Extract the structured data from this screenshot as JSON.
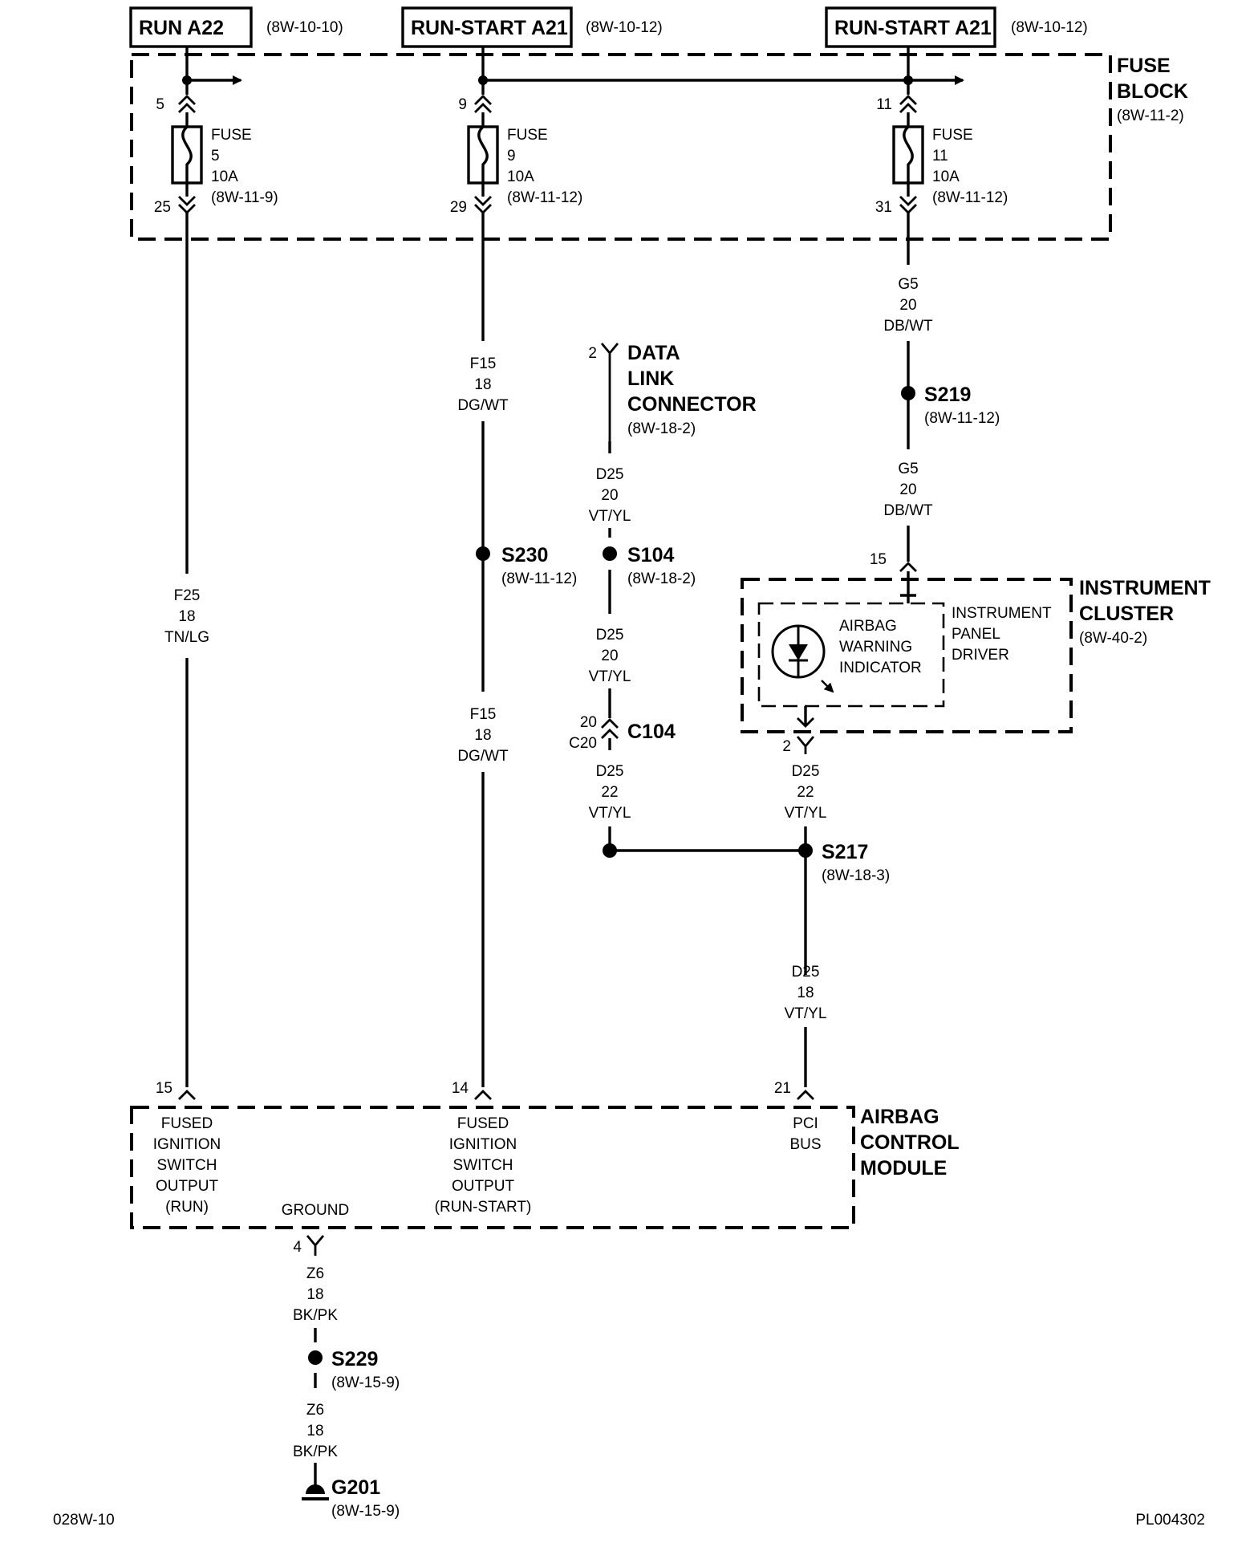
{
  "sources": [
    {
      "name": "RUN A22",
      "ref": "(8W-10-10)"
    },
    {
      "name": "RUN-START A21",
      "ref": "(8W-10-12)"
    },
    {
      "name": "RUN-START A21",
      "ref": "(8W-10-12)"
    }
  ],
  "fuse_block": {
    "title_line1": "FUSE",
    "title_line2": "BLOCK",
    "ref": "(8W-11-2)",
    "fuses": [
      {
        "in_pin": "5",
        "out_pin": "25",
        "label": "FUSE",
        "number": "5",
        "rating": "10A",
        "ref": "(8W-11-9)"
      },
      {
        "in_pin": "9",
        "out_pin": "29",
        "label": "FUSE",
        "number": "9",
        "rating": "10A",
        "ref": "(8W-11-12)"
      },
      {
        "in_pin": "11",
        "out_pin": "31",
        "label": "FUSE",
        "number": "11",
        "rating": "10A",
        "ref": "(8W-11-12)"
      }
    ]
  },
  "wires": {
    "f25": {
      "circuit": "F25",
      "gauge": "18",
      "color": "TN/LG"
    },
    "f15_upper": {
      "circuit": "F15",
      "gauge": "18",
      "color": "DG/WT"
    },
    "f15_lower": {
      "circuit": "F15",
      "gauge": "18",
      "color": "DG/WT"
    },
    "g5_upper": {
      "circuit": "G5",
      "gauge": "20",
      "color": "DB/WT"
    },
    "g5_lower": {
      "circuit": "G5",
      "gauge": "20",
      "color": "DB/WT"
    },
    "d25_dlc_a": {
      "circuit": "D25",
      "gauge": "20",
      "color": "VT/YL"
    },
    "d25_dlc_b": {
      "circuit": "D25",
      "gauge": "20",
      "color": "VT/YL"
    },
    "d25_dlc_c": {
      "circuit": "D25",
      "gauge": "22",
      "color": "VT/YL"
    },
    "d25_ic": {
      "circuit": "D25",
      "gauge": "22",
      "color": "VT/YL"
    },
    "d25_acm": {
      "circuit": "D25",
      "gauge": "18",
      "color": "VT/YL"
    },
    "z6_upper": {
      "circuit": "Z6",
      "gauge": "18",
      "color": "BK/PK"
    },
    "z6_lower": {
      "circuit": "Z6",
      "gauge": "18",
      "color": "BK/PK"
    }
  },
  "splices": {
    "s230": {
      "name": "S230",
      "ref": "(8W-11-12)"
    },
    "s104": {
      "name": "S104",
      "ref": "(8W-18-2)"
    },
    "s219": {
      "name": "S219",
      "ref": "(8W-11-12)"
    },
    "s217": {
      "name": "S217",
      "ref": "(8W-18-3)"
    },
    "s229": {
      "name": "S229",
      "ref": "(8W-15-9)"
    },
    "g201": {
      "name": "G201",
      "ref": "(8W-15-9)"
    }
  },
  "dlc": {
    "pin": "2",
    "line1": "DATA",
    "line2": "LINK",
    "line3": "CONNECTOR",
    "ref": "(8W-18-2)"
  },
  "c104": {
    "name": "C104",
    "pin_top": "20",
    "pin_bottom": "C20"
  },
  "instrument_cluster": {
    "title_line1": "INSTRUMENT",
    "title_line2": "CLUSTER",
    "ref": "(8W-40-2)",
    "pin_in": "15",
    "pin_out": "2",
    "driver_line1": "INSTRUMENT",
    "driver_line2": "PANEL",
    "driver_line3": "DRIVER",
    "indicator_line1": "AIRBAG",
    "indicator_line2": "WARNING",
    "indicator_line3": "INDICATOR"
  },
  "acm": {
    "title_line1": "AIRBAG",
    "title_line2": "CONTROL",
    "title_line3": "MODULE",
    "pin_run": "15",
    "pin_runstart": "14",
    "pin_pci": "21",
    "pin_ground": "4",
    "run_lines": [
      "FUSED",
      "IGNITION",
      "SWITCH",
      "OUTPUT",
      "(RUN)"
    ],
    "runstart_lines": [
      "FUSED",
      "IGNITION",
      "SWITCH",
      "OUTPUT",
      "(RUN-START)"
    ],
    "pci_lines": [
      "PCI",
      "BUS"
    ],
    "ground_label": "GROUND"
  },
  "footer": {
    "left": "028W-10",
    "right": "PL004302"
  }
}
